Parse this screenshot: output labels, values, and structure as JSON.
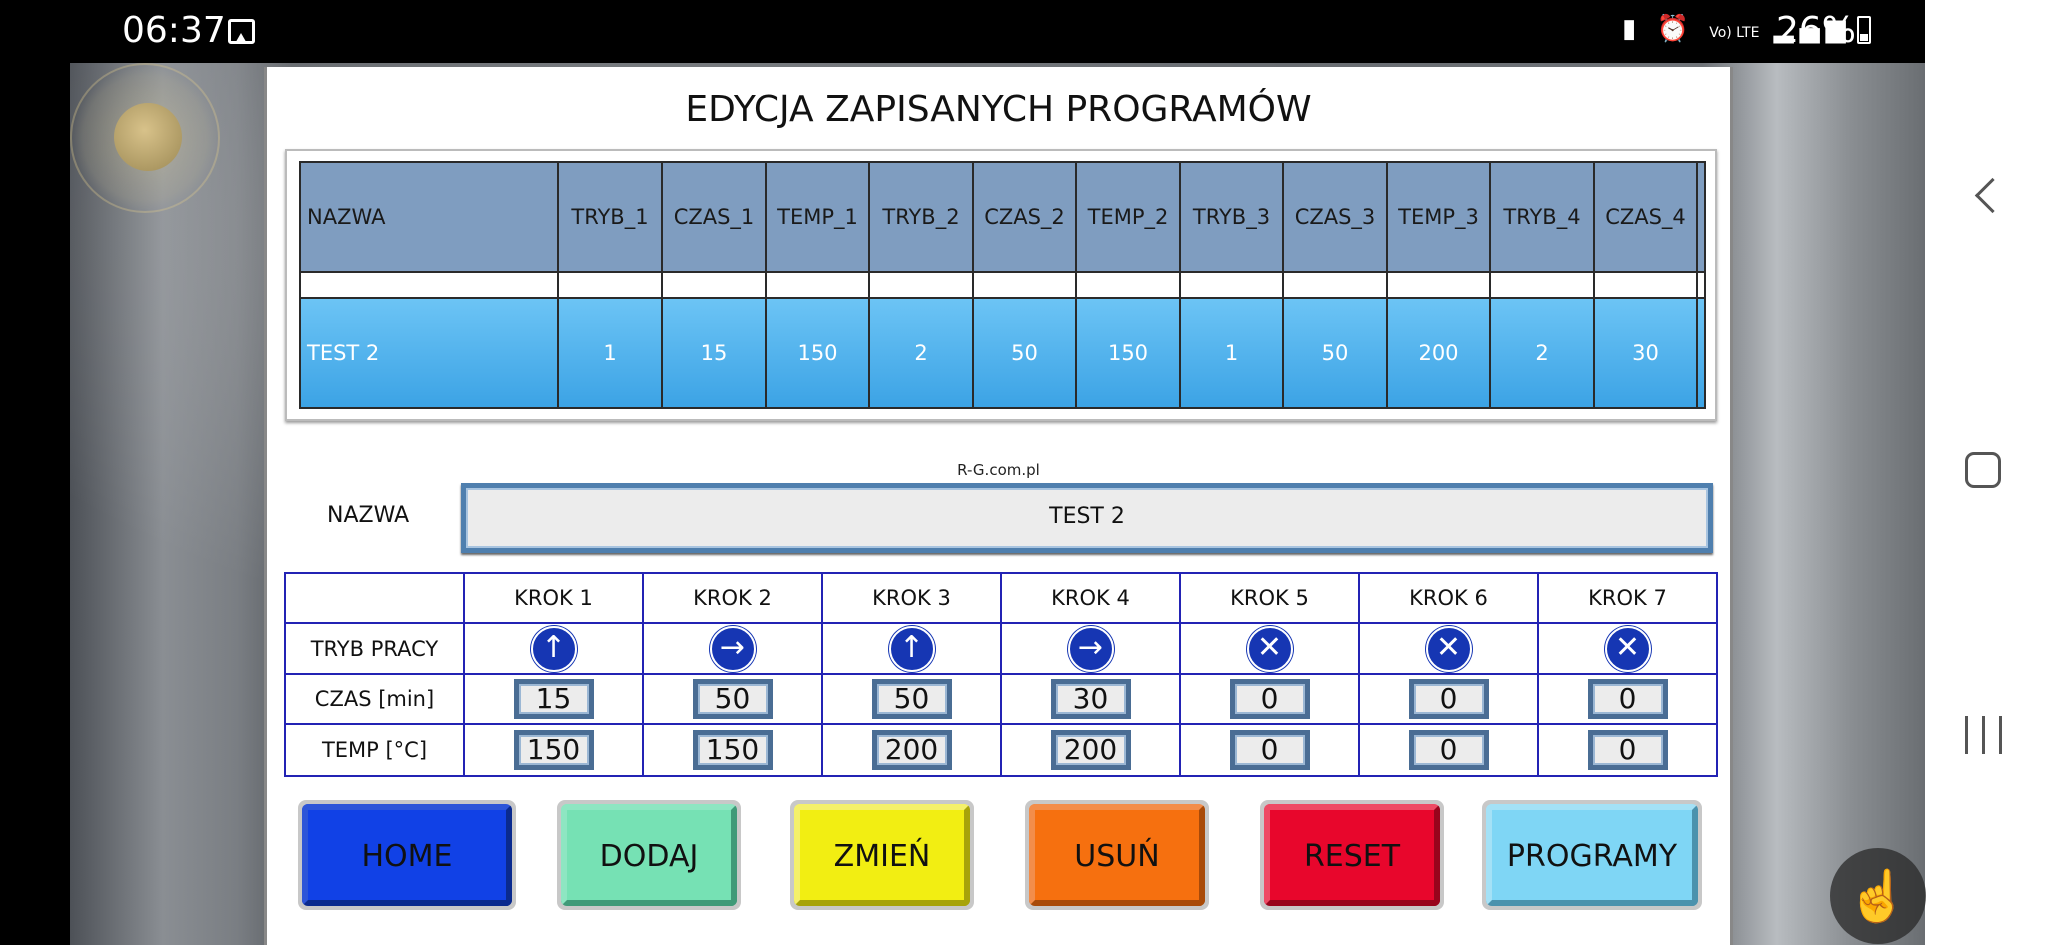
{
  "status_bar": {
    "time": "06:37",
    "battery": "26%",
    "network": "Vo) LTE"
  },
  "screen": {
    "title": "EDYCJA ZAPISANYCH PROGRAMÓW",
    "table": {
      "headers": [
        "NAZWA",
        "TRYB_1",
        "CZAS_1",
        "TEMP_1",
        "TRYB_2",
        "CZAS_2",
        "TEMP_2",
        "TRYB_3",
        "CZAS_3",
        "TEMP_3",
        "TRYB_4",
        "CZAS_4"
      ],
      "selected_row": [
        "TEST 2",
        "1",
        "15",
        "150",
        "2",
        "50",
        "150",
        "1",
        "50",
        "200",
        "2",
        "30"
      ]
    },
    "watermark": "R-G.com.pl",
    "name_label": "NAZWA",
    "name_value": "TEST 2",
    "steps": {
      "columns": [
        "KROK 1",
        "KROK 2",
        "KROK 3",
        "KROK 4",
        "KROK 5",
        "KROK 6",
        "KROK 7"
      ],
      "row_labels": {
        "mode": "TRYB PRACY",
        "time": "CZAS [min]",
        "temp": "TEMP [°C]"
      },
      "mode_icons": [
        "arrow-up-icon",
        "arrow-right-icon",
        "arrow-up-icon",
        "arrow-right-icon",
        "x-icon",
        "x-icon",
        "x-icon"
      ],
      "time": [
        "15",
        "50",
        "50",
        "30",
        "0",
        "0",
        "0"
      ],
      "temp": [
        "150",
        "150",
        "200",
        "200",
        "0",
        "0",
        "0"
      ]
    },
    "buttons": {
      "home": "HOME",
      "dodaj": "DODAJ",
      "zmien": "ZMIEŃ",
      "usun": "USUŃ",
      "reset": "RESET",
      "programy": "PROGRAMY"
    }
  },
  "colors": {
    "header_bg": "#7f9dc0",
    "selected_row": "#3ca3e5",
    "grid_blue": "#2323b4",
    "icon_blue": "#1636b3"
  }
}
